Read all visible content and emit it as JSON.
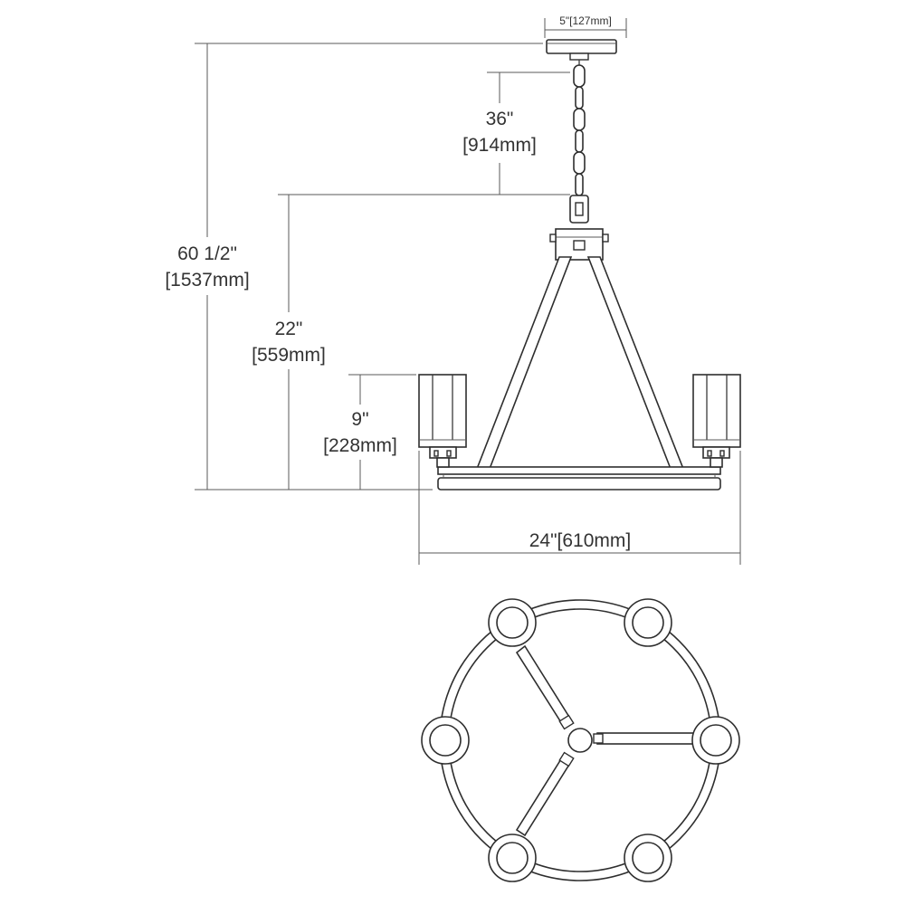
{
  "dimensions": {
    "canopy_width": "5\"[127mm]",
    "chain_length_in": "36\"",
    "chain_length_mm": "[914mm]",
    "overall_height_in": "60 1/2\"",
    "overall_height_mm": "[1537mm]",
    "fixture_height_in": "22\"",
    "fixture_height_mm": "[559mm]",
    "shade_height_in": "9\"",
    "shade_height_mm": "[228mm]",
    "fixture_width": "24\"[610mm]"
  },
  "colors": {
    "line": "#2e2e2e",
    "dimension_line": "#3a3a3a",
    "text": "#333333",
    "background": "#ffffff"
  }
}
